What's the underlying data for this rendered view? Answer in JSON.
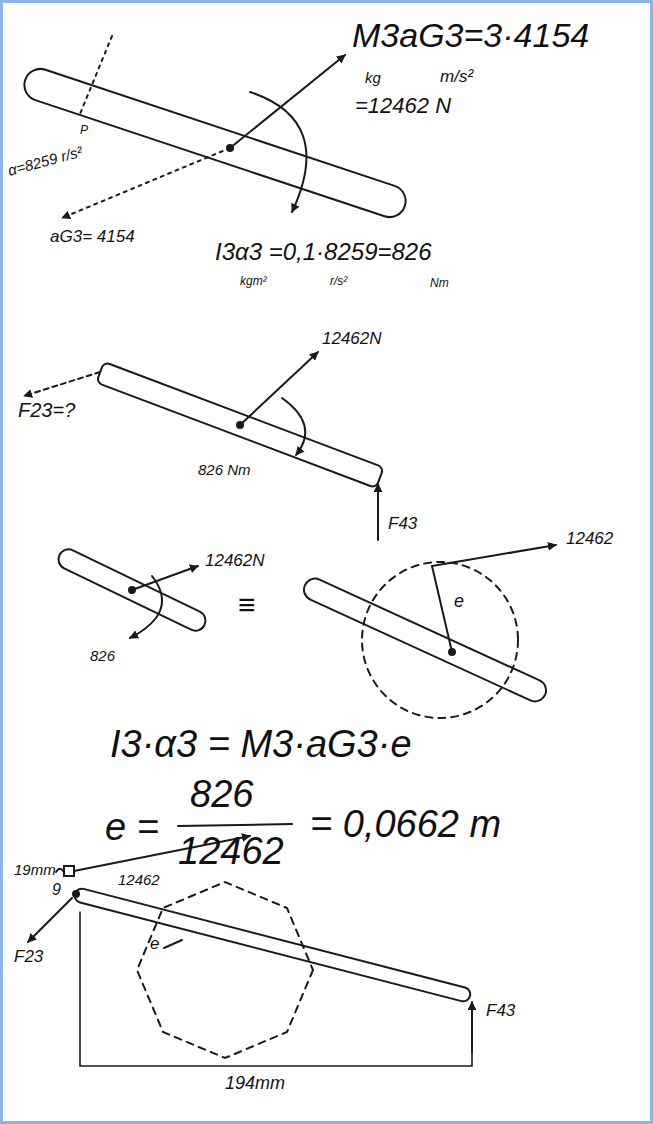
{
  "diagram": {
    "labels": [
      "M3aG3=3·4154",
      "kg",
      "m/s²",
      "=12462 N",
      "P",
      "α=8259 r/s²",
      "aG3= 4154",
      "I3α3 =0,1·8259=826",
      "kgm²",
      "r/s²",
      "Nm",
      "F23=?",
      "12462N",
      "826 Nm",
      "F43",
      "12462N",
      "826",
      "≡",
      "12462",
      "e",
      "I3·α3 = M3·aG3·e",
      "e =",
      "826",
      "12462",
      "= 0,0662 m",
      "19mm",
      "12462",
      "9",
      "e",
      "F23",
      "194mm",
      "F43"
    ]
  }
}
